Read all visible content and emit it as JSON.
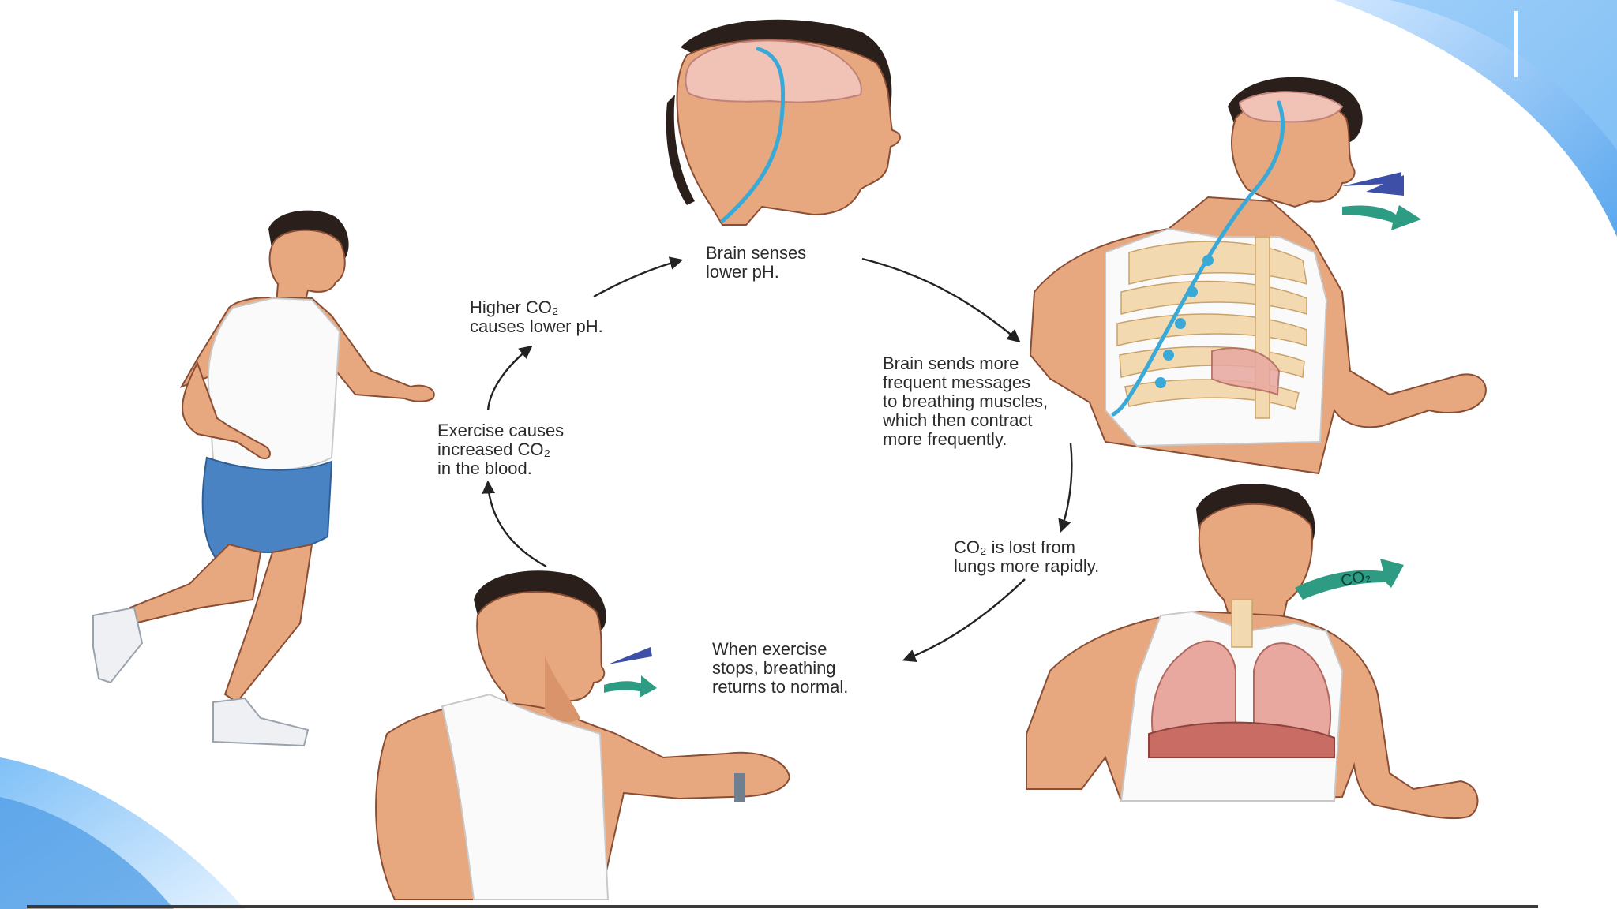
{
  "diagram": {
    "steps": [
      {
        "id": "brain-senses",
        "lines": [
          "Brain senses",
          "lower pH."
        ]
      },
      {
        "id": "brain-sends",
        "lines": [
          "Brain sends more",
          "frequent messages",
          "to breathing muscles,",
          "which then contract",
          "more frequently."
        ]
      },
      {
        "id": "co2-lost",
        "lines": [
          "CO₂ is lost from",
          "lungs more rapidly."
        ]
      },
      {
        "id": "exercise-stops",
        "lines": [
          "When exercise",
          "stops, breathing",
          "returns to normal."
        ]
      },
      {
        "id": "exercise-causes",
        "lines": [
          "Exercise causes",
          "increased CO₂",
          "in the blood."
        ]
      },
      {
        "id": "higher-co2",
        "lines": [
          "Higher CO₂",
          "causes lower pH."
        ]
      }
    ],
    "lung_arrow_label": "CO₂",
    "colors": {
      "accent_blue": "#5aa7ee",
      "nerve": "#39a9d8",
      "exhale_arrow": "#2e9c82",
      "inhale_arrow": "#3d4fa6",
      "text": "#2b2b2b"
    }
  }
}
